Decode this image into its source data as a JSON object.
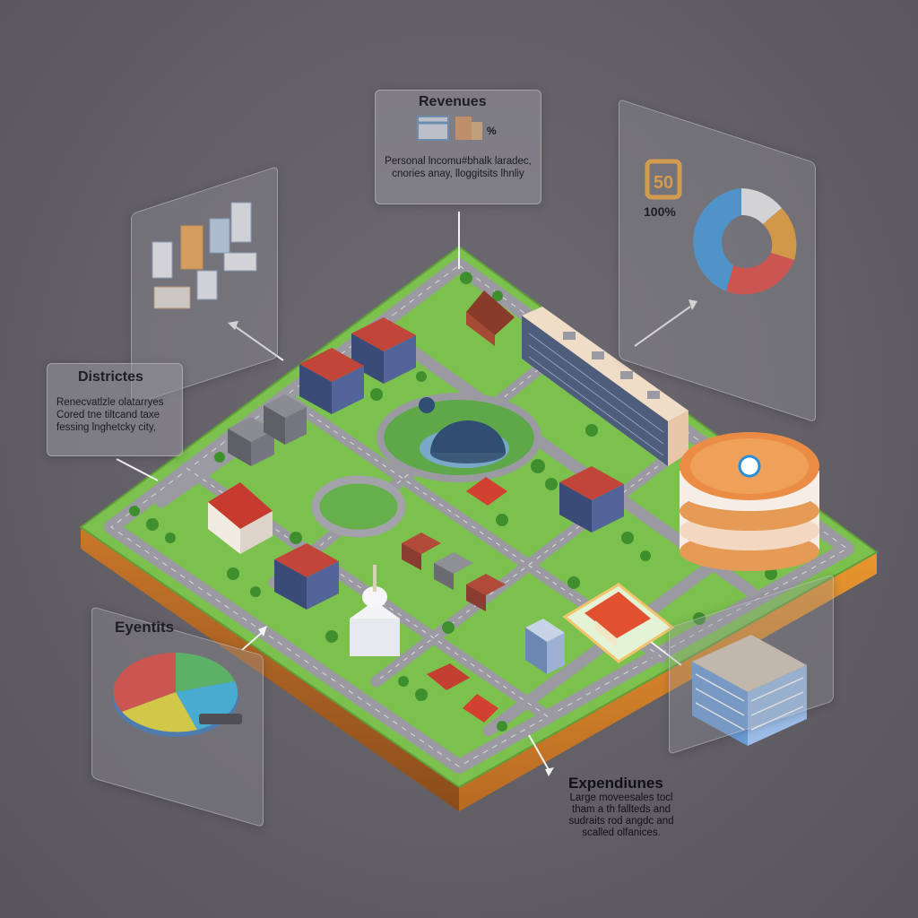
{
  "panels": {
    "revenues": {
      "title": "Revenues",
      "icon_label": "%",
      "lines": [
        "Personal lncomu#bhalk laradec,",
        "cnories anay, lloggitsits lhnliy"
      ]
    },
    "districts": {
      "title": "Districtes",
      "lines": [
        "Renecvatlzle olatarryes",
        "Cored tne tiltcand taxe",
        "fessing lnghetcky city,"
      ]
    },
    "budget": {
      "label": "100%"
    },
    "events": {
      "title": "Eyentits"
    },
    "expenditures": {
      "title": "Expendiunes",
      "lines": [
        "Large moveesales tocl",
        "tham a th fallteds and",
        "sudraits rod angdc and",
        "scalled olfanices."
      ]
    }
  },
  "budget_donut": {
    "colors": [
      "#f4f4f4",
      "#f39a1e",
      "#e8352a",
      "#2b92e0"
    ]
  },
  "events_pie": {
    "colors": [
      "#e8352a",
      "#3ec14a",
      "#1fb8ef",
      "#f2e21c"
    ]
  },
  "palette": {
    "background": "#615e65",
    "grass": "#7cc04e",
    "road": "#9b9aa2",
    "ground_edge": "#e39236"
  }
}
